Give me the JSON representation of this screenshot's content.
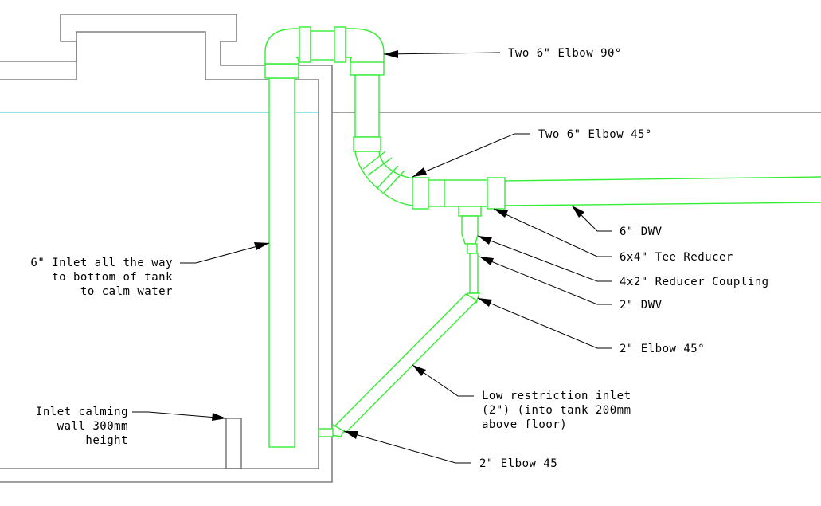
{
  "colors": {
    "pipe": "#33ee33",
    "wall": "#808080",
    "water_line": "#34c8d6",
    "text": "#000000",
    "background": "#ffffff"
  },
  "labels": {
    "elbow90": "Two 6\" Elbow 90°",
    "elbow45_6": "Two 6\" Elbow 45°",
    "dwv6": "6\" DWV",
    "tee_reducer": "6x4\" Tee Reducer",
    "reducer_coupling": "4x2\" Reducer Coupling",
    "dwv2": "2\" DWV",
    "elbow45_2": "2\" Elbow 45°",
    "low_restriction": [
      "Low restriction inlet",
      "(2\") (into tank 200mm",
      "above floor)"
    ],
    "elbow45_bottom": "2\" Elbow 45",
    "inlet_6": [
      "6\" Inlet all the way",
      "to bottom of tank",
      "to calm water"
    ],
    "calming_wall": [
      "Inlet calming",
      "wall 300mm",
      "height"
    ]
  }
}
